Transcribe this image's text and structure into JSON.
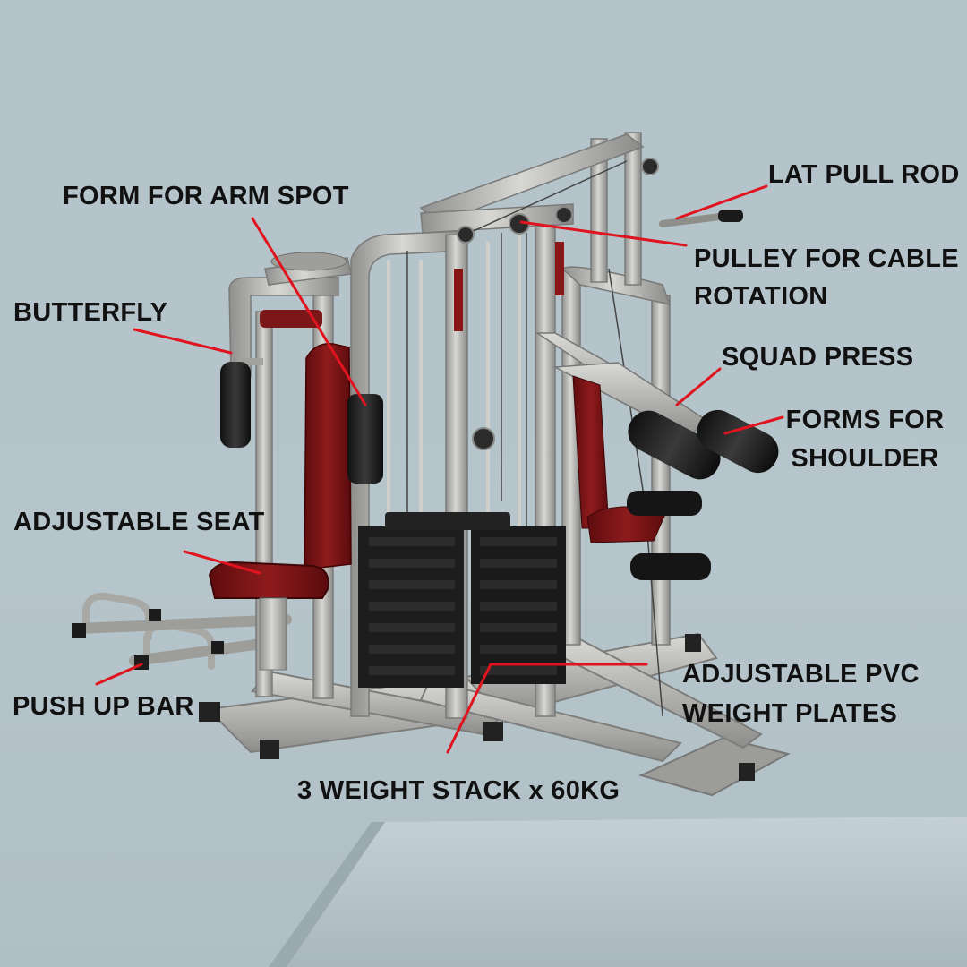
{
  "labels": {
    "lat_pull_rod": "LAT PULL ROD",
    "form_for_arm_spot": "FORM FOR ARM SPOT",
    "pulley_line1": "PULLEY FOR CABLE",
    "pulley_line2": "ROTATION",
    "butterfly": "BUTTERFLY",
    "squad_press": "SQUAD PRESS",
    "forms_shoulder_line1": "FORMS FOR",
    "forms_shoulder_line2": "SHOULDER",
    "adjustable_seat": "ADJUSTABLE SEAT",
    "adjustable_pvc_line1": "ADJUSTABLE PVC",
    "adjustable_pvc_line2": "WEIGHT PLATES",
    "push_up_bar": "PUSH UP BAR",
    "weight_stack": "3 WEIGHT STACK x 60KG"
  },
  "colors": {
    "background": "#b4c2c8",
    "leader_line": "#e0141e",
    "frame_steel": "#b9b9b7",
    "upholstery": "#7a1416",
    "weight_plates": "#1c1c1c"
  }
}
